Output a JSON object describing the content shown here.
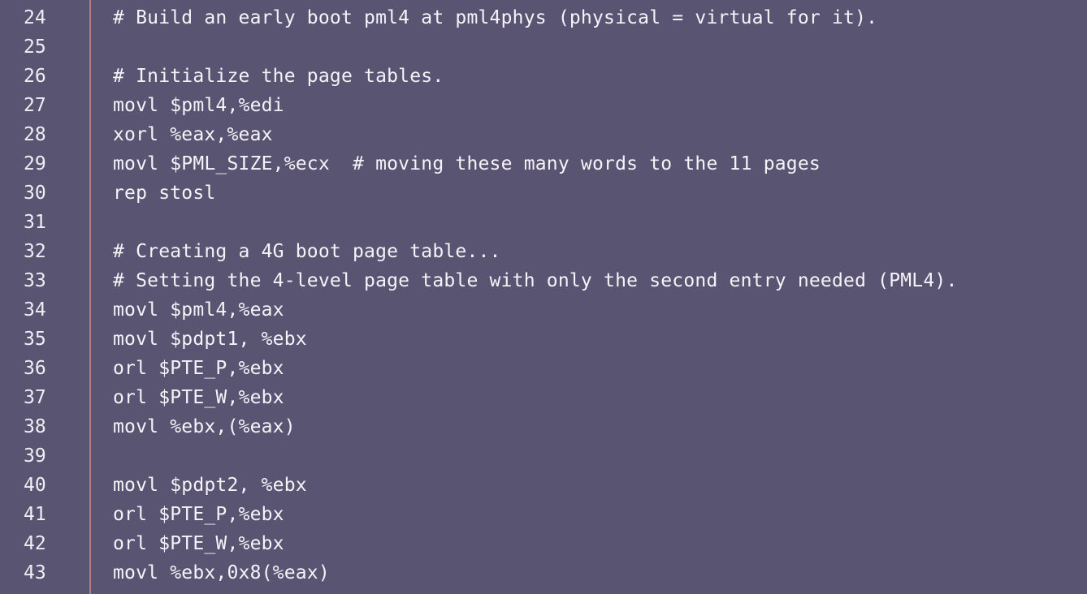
{
  "editor": {
    "lines": [
      {
        "number": "24",
        "text": "# Build an early boot pml4 at pml4phys (physical = virtual for it)."
      },
      {
        "number": "25",
        "text": ""
      },
      {
        "number": "26",
        "text": "# Initialize the page tables."
      },
      {
        "number": "27",
        "text": "movl $pml4,%edi"
      },
      {
        "number": "28",
        "text": "xorl %eax,%eax"
      },
      {
        "number": "29",
        "text": "movl $PML_SIZE,%ecx  # moving these many words to the 11 pages"
      },
      {
        "number": "30",
        "text": "rep stosl"
      },
      {
        "number": "31",
        "text": ""
      },
      {
        "number": "32",
        "text": "# Creating a 4G boot page table..."
      },
      {
        "number": "33",
        "text": "# Setting the 4-level page table with only the second entry needed (PML4)."
      },
      {
        "number": "34",
        "text": "movl $pml4,%eax"
      },
      {
        "number": "35",
        "text": "movl $pdpt1, %ebx"
      },
      {
        "number": "36",
        "text": "orl $PTE_P,%ebx"
      },
      {
        "number": "37",
        "text": "orl $PTE_W,%ebx"
      },
      {
        "number": "38",
        "text": "movl %ebx,(%eax)"
      },
      {
        "number": "39",
        "text": ""
      },
      {
        "number": "40",
        "text": "movl $pdpt2, %ebx"
      },
      {
        "number": "41",
        "text": "orl $PTE_P,%ebx"
      },
      {
        "number": "42",
        "text": "orl $PTE_W,%ebx"
      },
      {
        "number": "43",
        "text": "movl %ebx,0x8(%eax)"
      }
    ]
  },
  "colors": {
    "background": "#5a5473",
    "gutter_line": "#b97e88",
    "text": "#f5f3f8"
  }
}
